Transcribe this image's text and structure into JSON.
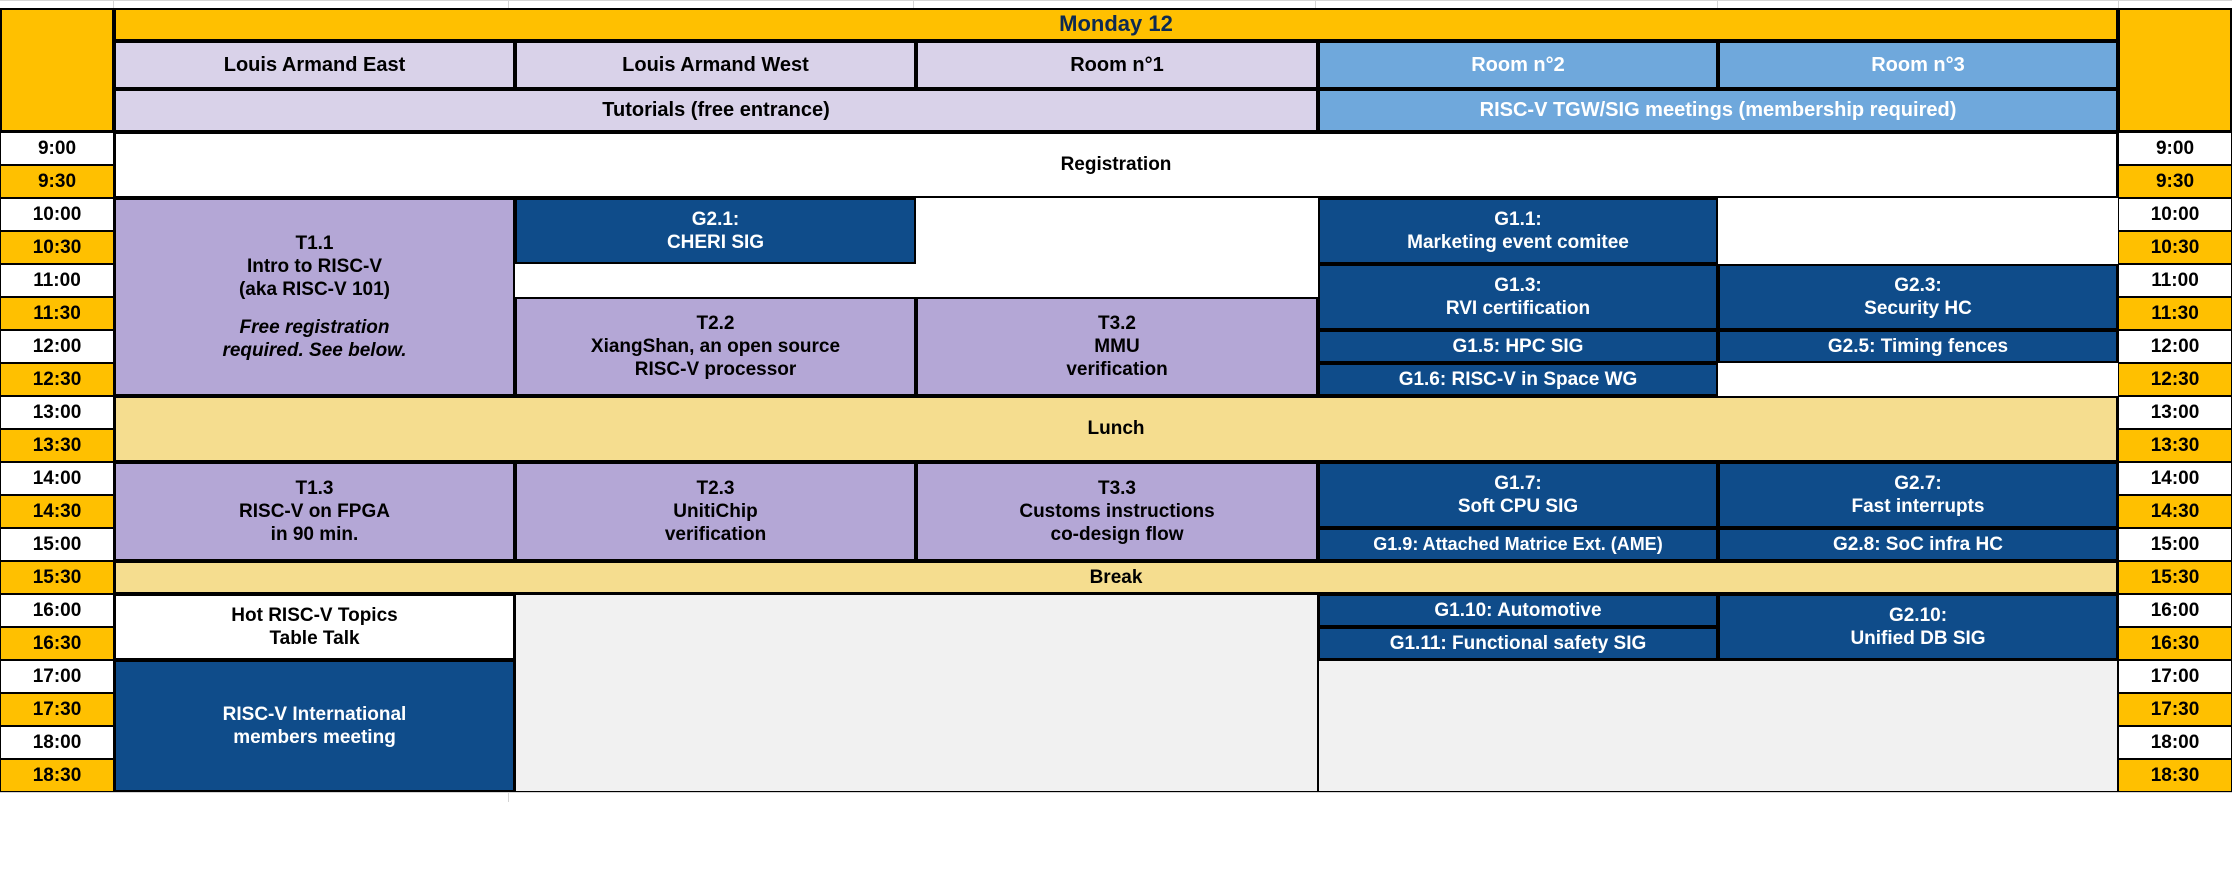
{
  "header": {
    "day": "Monday 12",
    "rooms": [
      "Louis Armand East",
      "Louis Armand West",
      "Room n°1",
      "Room n°2",
      "Room n°3"
    ],
    "tracks": [
      "Tutorials (free entrance)",
      "RISC-V TGW/SIG meetings (membership required)"
    ]
  },
  "times": [
    "9:00",
    "9:30",
    "10:00",
    "10:30",
    "11:00",
    "11:30",
    "12:00",
    "12:30",
    "13:00",
    "13:30",
    "14:00",
    "14:30",
    "15:00",
    "15:30",
    "16:00",
    "16:30",
    "17:00",
    "17:30",
    "18:00",
    "18:30"
  ],
  "bands": {
    "registration": "Registration",
    "lunch": "Lunch",
    "break": "Break"
  },
  "sessions": {
    "t11": {
      "code": "T1.1",
      "l1": "Intro to RISC-V",
      "l2": "(aka RISC-V 101)",
      "note1": "Free registration",
      "note2": "required. See below."
    },
    "g21": {
      "code": "G2.1:",
      "title": "CHERI SIG"
    },
    "t22": {
      "code": "T2.2",
      "l1": "XiangShan, an open source",
      "l2": "RISC-V processor"
    },
    "t32": {
      "code": "T3.2",
      "l1": "MMU",
      "l2": "verification"
    },
    "g11": {
      "code": "G1.1:",
      "title": "Marketing event comitee"
    },
    "g13": {
      "code": "G1.3:",
      "title": "RVI certification"
    },
    "g23": {
      "code": "G2.3:",
      "title": "Security HC"
    },
    "g15": {
      "title": "G1.5: HPC SIG"
    },
    "g25": {
      "title": "G2.5: Timing fences"
    },
    "g16": {
      "title": "G1.6: RISC-V in Space WG"
    },
    "t13": {
      "code": "T1.3",
      "l1": "RISC-V on FPGA",
      "l2": "in 90 min."
    },
    "t23": {
      "code": "T2.3",
      "l1": "UnitiChip",
      "l2": "verification"
    },
    "t33": {
      "code": "T3.3",
      "l1": "Customs instructions",
      "l2": "co-design flow"
    },
    "g17": {
      "code": "G1.7:",
      "title": "Soft CPU SIG"
    },
    "g27": {
      "code": "G2.7:",
      "title": "Fast interrupts"
    },
    "g19": {
      "title": "G1.9: Attached Matrice Ext. (AME)"
    },
    "g28": {
      "title": "G2.8: SoC infra HC"
    },
    "hot": {
      "l1": "Hot RISC-V Topics",
      "l2": "Table Talk"
    },
    "g110": {
      "title": "G1.10: Automotive"
    },
    "g111": {
      "title": "G1.11: Functional safety SIG"
    },
    "g210": {
      "code": "G2.10:",
      "title": "Unified DB SIG"
    },
    "members": {
      "l1": "RISC-V International",
      "l2": "members meeting"
    }
  },
  "colors": {
    "amber": "#ffc000",
    "lavender": "#d9d2e9",
    "lavender_strong": "#b4a7d6",
    "sky_blue": "#6fa8dc",
    "navy": "#0f4c8a",
    "sand": "#f5dd8f",
    "grey": "#f1f1f1",
    "text_dark": "#0d2a52"
  }
}
